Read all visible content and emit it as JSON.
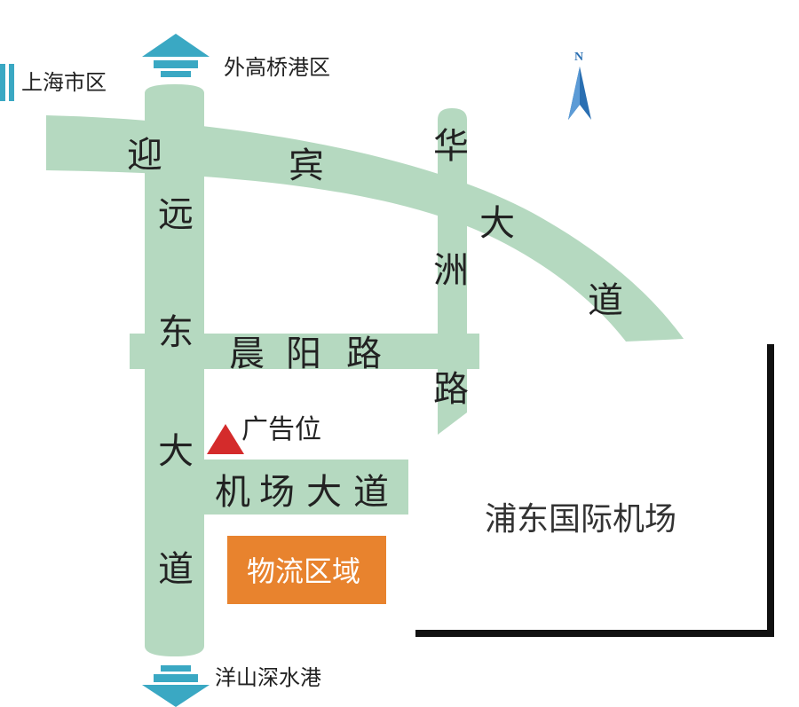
{
  "directions": {
    "north": "外高桥港区",
    "west": "上海市区",
    "south": "洋山深水港"
  },
  "compass": {
    "label": "N",
    "color": "#2a6fb2"
  },
  "roads": {
    "yingbin": [
      "迎",
      "宾",
      "大",
      "道"
    ],
    "yuandong": [
      "远",
      "东",
      "大",
      "道"
    ],
    "huaxia": [
      "华",
      "洲",
      "路"
    ],
    "chenyang": [
      "晨",
      "阳",
      "路"
    ],
    "jichang": [
      "机",
      "场",
      "大",
      "道"
    ]
  },
  "marker": {
    "label": "广告位",
    "color": "#d42b2b"
  },
  "airport": {
    "label": "浦东国际机场"
  },
  "logistics": {
    "label": "物流区域",
    "color": "#e8832e"
  },
  "colors": {
    "road": "#b5d9c0",
    "arrow": "#3aa8c3",
    "boundary": "#111111"
  }
}
